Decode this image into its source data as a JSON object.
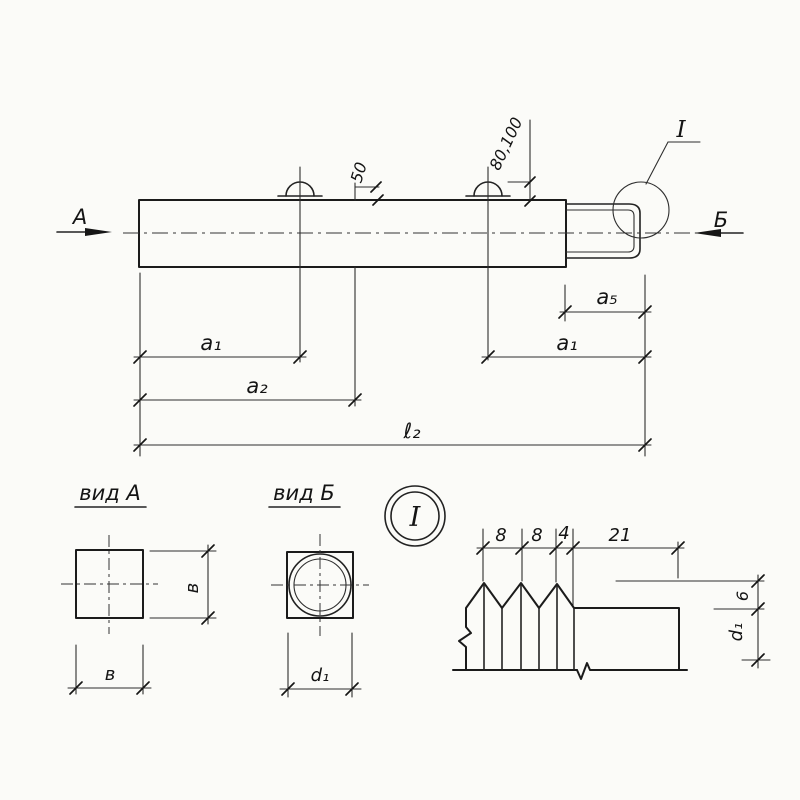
{
  "colors": {
    "paper": "#fbfbf8",
    "ink": "#1b1b1b"
  },
  "main_view": {
    "view_arrow_left_label": "А",
    "view_arrow_right_label": "Б",
    "detail_leader_label": "I",
    "dim_loop_offset_mid": "50",
    "dim_loop_offset_end": "80,100",
    "dim_a5": "a₅",
    "dim_a1_left": "a₁",
    "dim_a1_right": "a₁",
    "dim_a2": "a₂",
    "dim_l2": "ℓ₂"
  },
  "view_a": {
    "title": "вид А",
    "dim_side_vertical": "в",
    "dim_side_horizontal": "в"
  },
  "view_b": {
    "title": "вид Б",
    "dim_diameter": "d₁"
  },
  "detail_marker": {
    "label": "I"
  },
  "detail_view": {
    "dim_pitch_1": "8",
    "dim_pitch_2": "8",
    "dim_gap": "4",
    "dim_shank": "21",
    "dim_tooth_height": "6",
    "dim_core_diameter": "d₁"
  }
}
